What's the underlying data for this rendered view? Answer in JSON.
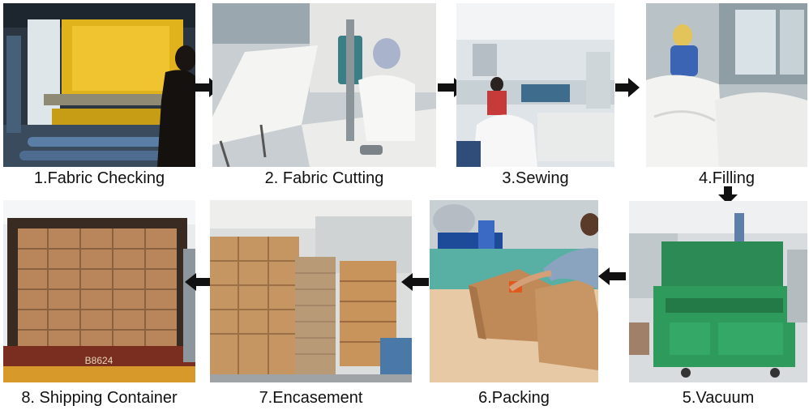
{
  "steps": [
    {
      "number": "1",
      "label": "1.Fabric Checking"
    },
    {
      "number": "2",
      "label": "2. Fabric Cutting"
    },
    {
      "number": "3",
      "label": "3.Sewing"
    },
    {
      "number": "4",
      "label": "4.Filling"
    },
    {
      "number": "5",
      "label": "5.Vacuum"
    },
    {
      "number": "6",
      "label": "6.Packing"
    },
    {
      "number": "7",
      "label": "7.Encasement"
    },
    {
      "number": "8",
      "label": "8. Shipping Container"
    }
  ],
  "arrow_color": "#111111",
  "container_marking": "B8624"
}
